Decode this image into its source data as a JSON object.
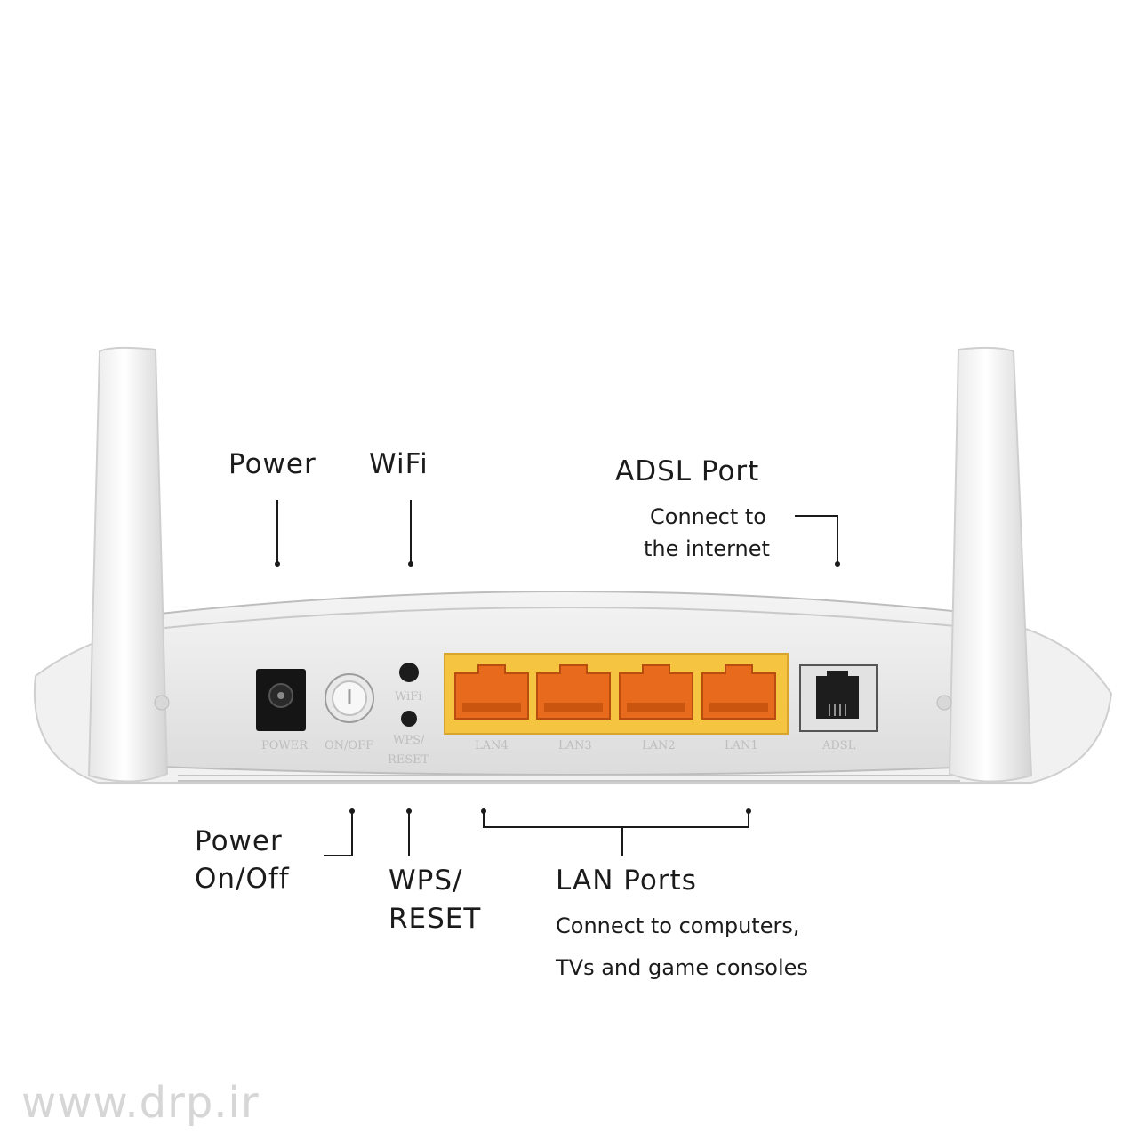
{
  "callouts": {
    "power": "Power",
    "wifi": "WiFi",
    "adsl_title": "ADSL Port",
    "adsl_desc_line1": "Connect to",
    "adsl_desc_line2": "the internet",
    "power_onoff_line1": "Power",
    "power_onoff_line2": "On/Off",
    "wps_line1": "WPS/",
    "wps_line2": "RESET",
    "lan_title": "LAN Ports",
    "lan_desc_line1": "Connect to computers,",
    "lan_desc_line2": "TVs and game consoles"
  },
  "device_labels": {
    "power": "POWER",
    "onoff": "ON/OFF",
    "wifi": "WiFi",
    "wps_line1": "WPS/",
    "wps_line2": "RESET",
    "lan4": "LAN4",
    "lan3": "LAN3",
    "lan2": "LAN2",
    "lan1": "LAN1",
    "adsl": "ADSL"
  },
  "watermark": "www.drp.ir",
  "colors": {
    "lan_panel": "#f5c542",
    "lan_port": "#e86a1c",
    "router_body": "#ececec"
  }
}
